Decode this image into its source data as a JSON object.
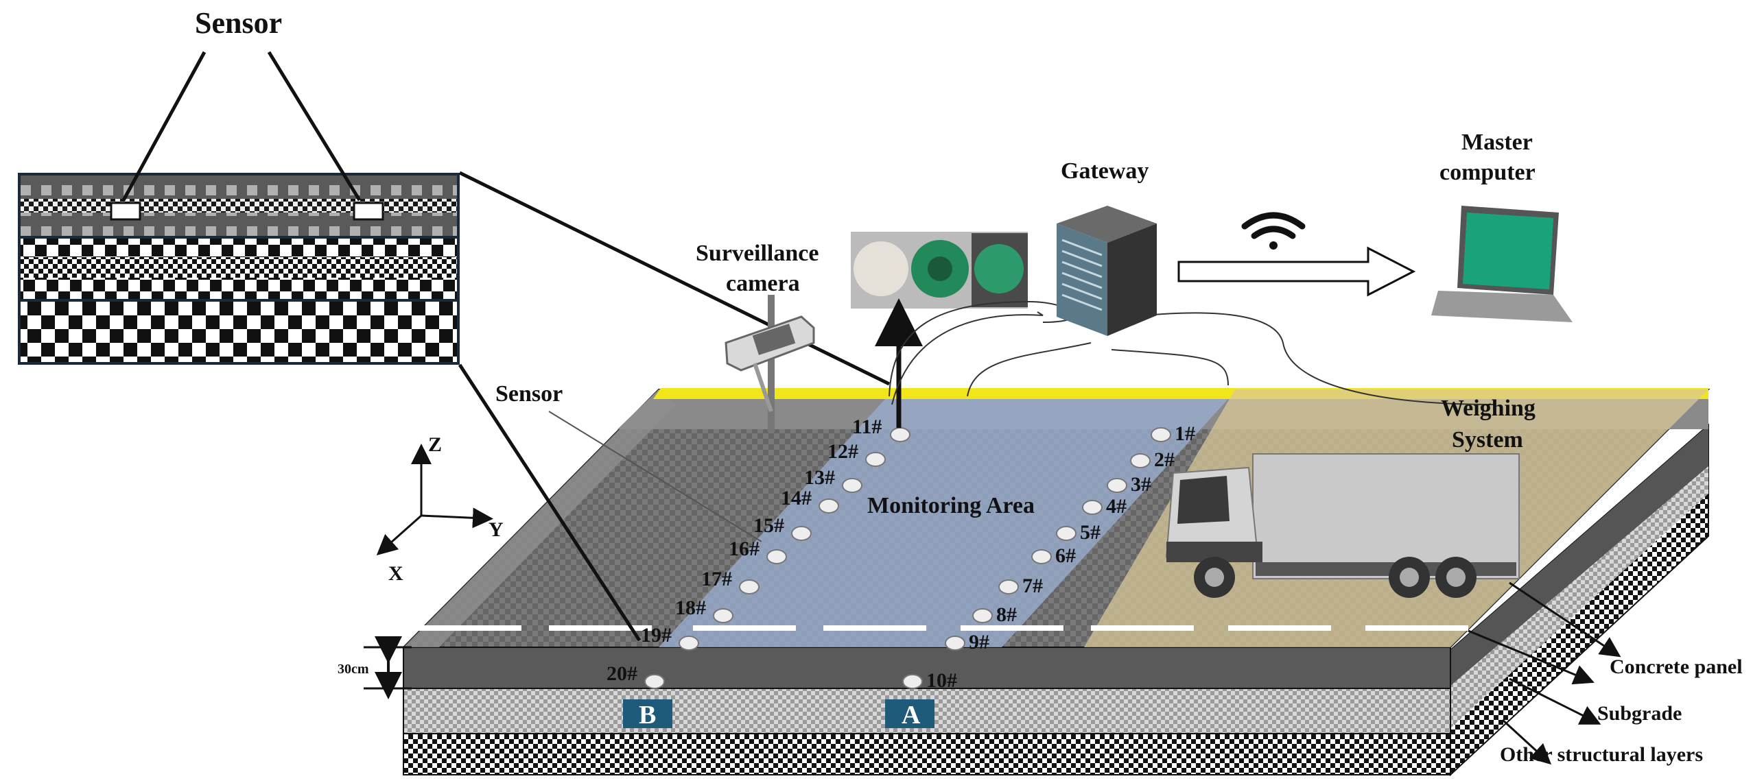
{
  "labels": {
    "sensor_title": "Sensor",
    "sensor_pointer": "Sensor",
    "surveillance_camera_line1": "Surveillance",
    "surveillance_camera_line2": "camera",
    "gateway": "Gateway",
    "master_computer_line1": "Master",
    "master_computer_line2": "computer",
    "weighing_system_line1": "Weighing",
    "weighing_system_line2": "System",
    "monitoring_area": "Monitoring Area",
    "axis_x": "X",
    "axis_y": "Y",
    "axis_z": "Z",
    "thickness": "30cm",
    "concrete_panel": "Concrete panel",
    "subgrade": "Subgrade",
    "other_layers": "Other structural layers",
    "section_a": "A",
    "section_b": "B"
  },
  "sensors": [
    "1#",
    "2#",
    "3#",
    "4#",
    "5#",
    "6#",
    "7#",
    "8#",
    "9#",
    "10#",
    "11#",
    "12#",
    "13#",
    "14#",
    "15#",
    "16#",
    "17#",
    "18#",
    "19#",
    "20#"
  ],
  "colors": {
    "monitoring_area": "#9aaed0",
    "yellow_line": "#f2e51a",
    "weighing_zone": "#d8c898",
    "concrete_face": "#555555",
    "section_box": "#1e5a7a",
    "laptop_screen": "#1aa37a"
  },
  "icons": [
    "wifi-icon",
    "laptop-icon",
    "server-icon",
    "camera-icon",
    "truck-icon",
    "sensor-photo-icon"
  ]
}
